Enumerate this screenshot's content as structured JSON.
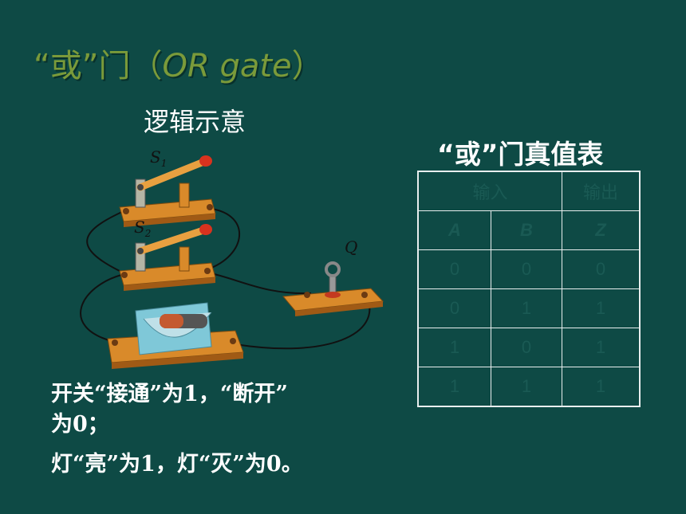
{
  "title": {
    "cn": "“或”门（",
    "en": "OR gate",
    "close": "）"
  },
  "subtitle": "逻辑示意",
  "truth_table": {
    "title": "“或”门真值表",
    "header_input": "输入",
    "header_output": "输出",
    "col_a": "A",
    "col_b": "B",
    "col_z": "Z",
    "rows": [
      [
        "0",
        "0",
        "0"
      ],
      [
        "0",
        "1",
        "1"
      ],
      [
        "1",
        "0",
        "1"
      ],
      [
        "1",
        "1",
        "1"
      ]
    ]
  },
  "circuit": {
    "label_s1": "S",
    "label_s1_sub": "1",
    "label_s2": "S",
    "label_s2_sub": "2",
    "label_q": "Q"
  },
  "description": {
    "line1a": "开关“接通”为1，“断开”",
    "line1b": "为0；",
    "line2": "灯“亮”为1，灯“灭”为0。"
  },
  "colors": {
    "background": "#0e4a45",
    "title": "#7a9a3a",
    "table_text": "#1a5a54",
    "wood": "#d98a2a"
  }
}
